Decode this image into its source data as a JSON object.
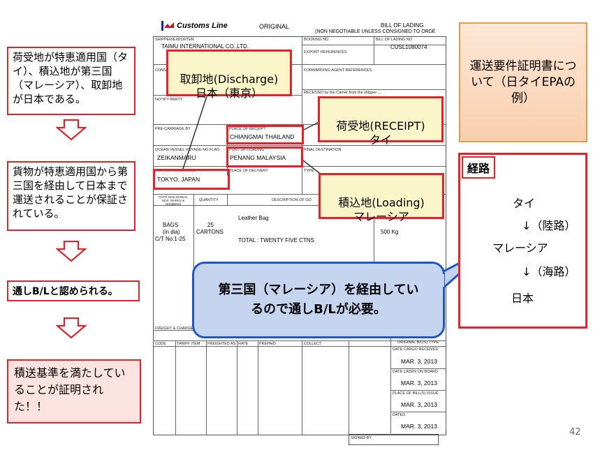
{
  "flow": {
    "box1": "荷受地が特恵適用国（タイ）、積込地が第三国（マレーシア）、取卸地が日本である。",
    "box2": "貨物が特恵適用国から第三国を経由して日本まで運送されることが保証されている。",
    "box3": "通しB/Lと認められる。",
    "box4": "積送基準を満たしていることが証明された！！"
  },
  "bl": {
    "logo": "Customs Line",
    "original": "ORIGINAL",
    "bill_title": "BILL OF LADING",
    "non_negotiable": "(NON NEGOTIABLE UNLESS CONSIGNED TO ORDE",
    "shipper_label": "SHIPPER/EXPORTER",
    "shipper_value": "TAIMU INTERNATIONAL CO.,LTD.",
    "booking_label": "BOOKING NO",
    "bl_no_label": "BILL OF LADING NO",
    "bl_no_value": "CUSL1080074",
    "export_ref_label": "EXPORT REFERENCES",
    "consignee_label": "CONSIGNEE",
    "forwarding_label": "FORWARDING AGENT REFERENCES",
    "received_label": "RECEIVED by the Carrier from the shipper ....",
    "notify_label": "NOTIFY PARTY",
    "precarriage_label": "PRE-CARRIAGE BY",
    "receipt_label": "PLACE OF RECEIPT",
    "receipt_value": "CHIANGMAI THAILAND",
    "vessel_label": "OCEAN VESSEL VOYAGE NO FLAG",
    "vessel_value": "ZEIKANMARU",
    "loading_label": "PORT OF LOADING",
    "loading_value": "PENANG MALAYSIA",
    "final_dest_label": "FINAL DESTINATION",
    "discharge_label": "PORT OF DISCHARGE",
    "discharge_value": "TOKYO, JAPAN",
    "delivery_label": "PLACE OF DELIVERY",
    "type_label": "TYPE",
    "marks_label": "CNTR.NOS.W/SEAL NOS. MARKS & NUMBERS",
    "quantity_label": "QUANTITY",
    "desc_label": "DESCRIPTION OF GO",
    "marks_value1": "BAGS",
    "marks_value2": "(in dia)",
    "marks_value3": "C/T No:1-25",
    "qty_value1": "25",
    "qty_value2": "CARTONS",
    "desc_value": "Leather Bag",
    "total_value": "TOTAL : TWENTY FIVE CTNS",
    "weight_value": "500 Kg",
    "freight_label": "FREIGHT & CHARGE",
    "col_code": "CODE",
    "col_tariff": "TARIFF ITEM",
    "col_freighted": "FREIGHTED AS",
    "col_rate": "RATE",
    "col_prepaid": "PREPAID",
    "col_collect": "COLLECT",
    "original_bl_label": "ORIGINAL B/L(S) TYPE",
    "date_cargo_label": "DATE CARGO RECEIVED",
    "date_laden_label": "DATE LADEN ON BOARD",
    "place_issue_label": "PLACE OF BILL(S) ISSUE",
    "dated_label": "DATED",
    "date1": "MAR. 3, 2013",
    "date2": "MAR. 3, 2013",
    "date3": "MAR. 3, 2013",
    "date4": "MAR. 3, 2013",
    "signed_label": "SIGNED BY"
  },
  "callouts": {
    "discharge": "取卸地(Discharge)\n日本（東京）",
    "receipt": "荷受地(RECEIPT)\nタイ",
    "loading": "積込地(Loading)\nマレーシア",
    "bubble": "第三国（マレーシア）を経由しているので通しB/Lが必要。"
  },
  "right": {
    "title": "運送要件証明書について（日タイEPAの例）",
    "route_tag": "経路",
    "r1": "タイ",
    "r2": "↓（陸路）",
    "r3": "マレーシア",
    "r4": "↓（海路）",
    "r5": "日本"
  },
  "page_number": "42",
  "colors": {
    "red": "#e8202a",
    "callout_fill": "#fbf6c9",
    "bubble_fill": "#c5d5ef",
    "bubble_border": "#1f57c8",
    "title_fill": "#f9cfae"
  },
  "icons": {
    "arrow": "down-arrow-icon",
    "logo": "shipping-logo-icon"
  }
}
